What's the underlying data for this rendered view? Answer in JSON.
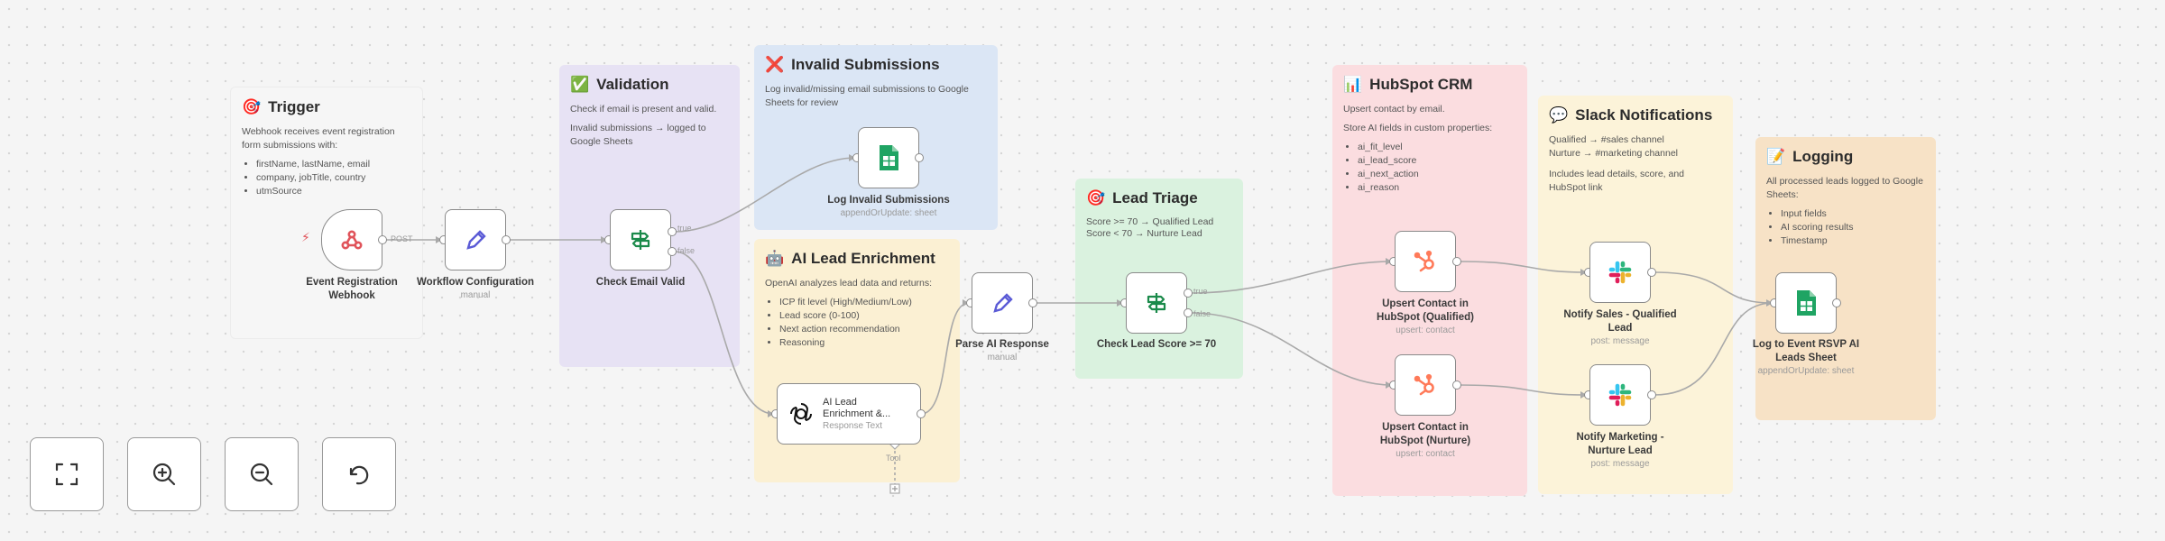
{
  "colors": {
    "trigger": "#f6f6f6",
    "validation": "#e7e2f4",
    "invalid": "#dbe6f5",
    "enrichment": "#fbf0d3",
    "triage": "#daf2df",
    "hubspot": "#fbdde0",
    "slack": "#fcf3d9",
    "logging": "#f7e2c6",
    "sheets_green": "#1fa463",
    "hubspot_orange": "#ff7a59",
    "edge": "#a9a9a9",
    "webhook_red": "#e0535a"
  },
  "stickies": {
    "trigger": {
      "icon": "target-icon",
      "emoji": "🎯",
      "title": "Trigger",
      "text": "Webhook receives event registration form submissions with:",
      "bullets": [
        "firstName, lastName, email",
        "company, jobTitle, country",
        "utmSource"
      ]
    },
    "validation": {
      "icon": "check-box-icon",
      "emoji": "✅",
      "title": "Validation",
      "text1": "Check if email is present and valid.",
      "text2": "Invalid submissions → logged to Google Sheets"
    },
    "invalid": {
      "icon": "cross-icon",
      "emoji": "❌",
      "title": "Invalid Submissions",
      "text": "Log invalid/missing email submissions to Google Sheets for review"
    },
    "enrichment": {
      "icon": "robot-icon",
      "emoji": "🤖",
      "title": "AI Lead Enrichment",
      "text": "OpenAI analyzes lead data and returns:",
      "bullets": [
        "ICP fit level (High/Medium/Low)",
        "Lead score (0-100)",
        "Next action recommendation",
        "Reasoning"
      ]
    },
    "triage": {
      "icon": "target-icon",
      "emoji": "🎯",
      "title": "Lead Triage",
      "line1": "Score >= 70 → Qualified Lead",
      "line2": "Score < 70 → Nurture Lead"
    },
    "hubspot": {
      "icon": "bar-chart-icon",
      "emoji": "📊",
      "title": "HubSpot CRM",
      "text1": "Upsert contact by email.",
      "text2": "Store AI fields in custom properties:",
      "bullets": [
        "ai_fit_level",
        "ai_lead_score",
        "ai_next_action",
        "ai_reason"
      ]
    },
    "slack": {
      "icon": "speech-bubble-icon",
      "emoji": "💬",
      "title": "Slack Notifications",
      "line1": "Qualified → #sales channel",
      "line2": "Nurture → #marketing channel",
      "text2": "Includes lead details, score, and HubSpot link"
    },
    "logging": {
      "icon": "memo-icon",
      "emoji": "📝",
      "title": "Logging",
      "text": "All processed leads logged to Google Sheets:",
      "bullets": [
        "Input fields",
        "AI scoring results",
        "Timestamp"
      ]
    }
  },
  "nodes": {
    "webhook": {
      "label1": "Event Registration",
      "label2": "Webhook"
    },
    "config": {
      "label": "Workflow Configuration",
      "sub": "manual"
    },
    "check_email": {
      "label": "Check Email Valid"
    },
    "log_invalid": {
      "label": "Log Invalid Submissions",
      "sub": "appendOrUpdate: sheet"
    },
    "ai_enrich": {
      "title1": "AI Lead",
      "title2": "Enrichment &...",
      "sub": "Response Text"
    },
    "parse_ai": {
      "label": "Parse AI Response",
      "sub": "manual"
    },
    "check_score": {
      "label": "Check Lead Score >= 70"
    },
    "upsert_qualified": {
      "label1": "Upsert Contact in",
      "label2": "HubSpot (Qualified)",
      "sub": "upsert: contact"
    },
    "upsert_nurture": {
      "label1": "Upsert Contact in",
      "label2": "HubSpot (Nurture)",
      "sub": "upsert: contact"
    },
    "notify_sales": {
      "label1": "Notify Sales - Qualified",
      "label2": "Lead",
      "sub": "post: message"
    },
    "notify_marketing": {
      "label1": "Notify Marketing -",
      "label2": "Nurture Lead",
      "sub": "post: message"
    },
    "log_rsvp": {
      "label1": "Log to Event RSVP AI",
      "label2": "Leads Sheet",
      "sub": "appendOrUpdate: sheet"
    }
  },
  "edge_labels": {
    "webhook_out": "POST",
    "true_branch": "true",
    "false_branch": "false",
    "tool_port": "Tool"
  },
  "controls": {
    "fit": "fit-view-icon",
    "zoom_in": "zoom-in-icon",
    "zoom_out": "zoom-out-icon",
    "undo": "undo-icon"
  }
}
